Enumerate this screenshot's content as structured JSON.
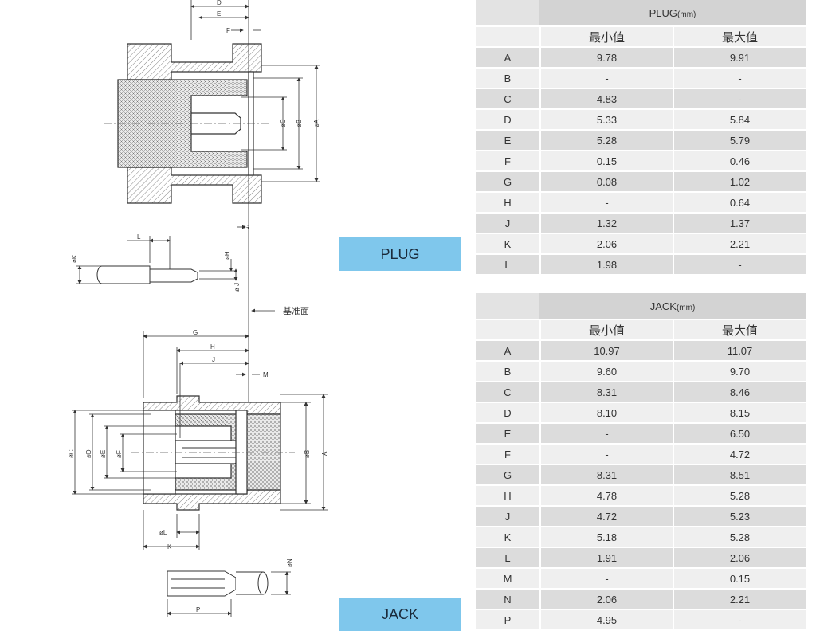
{
  "diagram": {
    "plug_label": "PLUG",
    "jack_label": "JACK",
    "reference_plane_label": "基准面",
    "plug_dims": {
      "D": "D",
      "E": "E",
      "F": "F",
      "G": "G",
      "C": "øC",
      "B": "øB",
      "A": "øA",
      "K": "øK",
      "L": "L",
      "H": "øH",
      "J": "ø J"
    },
    "jack_dims": {
      "G": "G",
      "H": "H",
      "J": "J",
      "M": "M",
      "C": "øC",
      "D": "øD",
      "E": "øE",
      "F": "øF",
      "B": "øB",
      "A": "A",
      "L": "øL",
      "K": "K",
      "N": "øN",
      "P": "P"
    }
  },
  "plug_table": {
    "title": "PLUG",
    "unit": "(mm)",
    "headers": [
      "",
      "最小值",
      "最大值"
    ],
    "rows": [
      [
        "A",
        "9.78",
        "9.91"
      ],
      [
        "B",
        "-",
        "-"
      ],
      [
        "C",
        "4.83",
        "-"
      ],
      [
        "D",
        "5.33",
        "5.84"
      ],
      [
        "E",
        "5.28",
        "5.79"
      ],
      [
        "F",
        "0.15",
        "0.46"
      ],
      [
        "G",
        "0.08",
        "1.02"
      ],
      [
        "H",
        "-",
        "0.64"
      ],
      [
        "J",
        "1.32",
        "1.37"
      ],
      [
        "K",
        "2.06",
        "2.21"
      ],
      [
        "L",
        "1.98",
        "-"
      ]
    ]
  },
  "jack_table": {
    "title": "JACK",
    "unit": "(mm)",
    "headers": [
      "",
      "最小值",
      "最大值"
    ],
    "rows": [
      [
        "A",
        "10.97",
        "11.07"
      ],
      [
        "B",
        "9.60",
        "9.70"
      ],
      [
        "C",
        "8.31",
        "8.46"
      ],
      [
        "D",
        "8.10",
        "8.15"
      ],
      [
        "E",
        "-",
        "6.50"
      ],
      [
        "F",
        "-",
        "4.72"
      ],
      [
        "G",
        "8.31",
        "8.51"
      ],
      [
        "H",
        "4.78",
        "5.28"
      ],
      [
        "J",
        "4.72",
        "5.23"
      ],
      [
        "K",
        "5.18",
        "5.28"
      ],
      [
        "L",
        "1.91",
        "2.06"
      ],
      [
        "M",
        "-",
        "0.15"
      ],
      [
        "N",
        "2.06",
        "2.21"
      ],
      [
        "P",
        "4.95",
        "-"
      ]
    ]
  }
}
